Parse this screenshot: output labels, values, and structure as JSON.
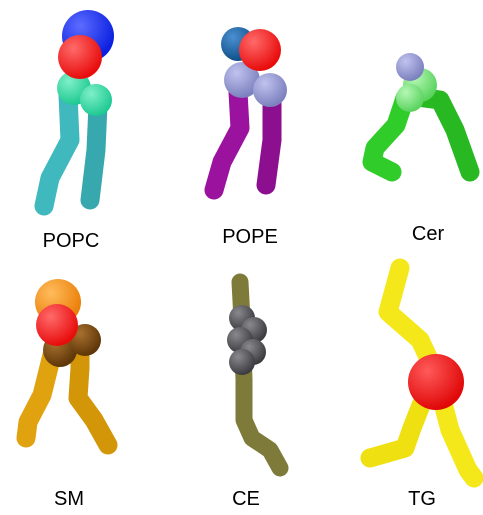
{
  "molecules": [
    {
      "label": "POPC"
    },
    {
      "label": "POPE"
    },
    {
      "label": "Cer"
    },
    {
      "label": "SM"
    },
    {
      "label": "CE"
    },
    {
      "label": "TG"
    }
  ],
  "colors": {
    "background": "#ffffff",
    "popc_headgroup": "#0a1fe0",
    "phosphate": "#f01010",
    "popc_glycerol": "#30d9a6",
    "popc_tails": "#3fb8be",
    "pope_headgroup": "#1565a8",
    "pope_glycerol": "#8a8dc6",
    "pope_tails": "#9b129e",
    "cer_headgroup": "#8a90c8",
    "cer_glycerol": "#74e27a",
    "cer_tails": "#2fcc2a",
    "sm_headgroup": "#f08a10",
    "sm_glycerol": "#7a4a10",
    "sm_tails": "#e0a20e",
    "ce_sterol": "#555558",
    "ce_tails": "#7e7a3a",
    "tg_glycerol": "#f01010",
    "tg_tails": "#f4e81a"
  }
}
